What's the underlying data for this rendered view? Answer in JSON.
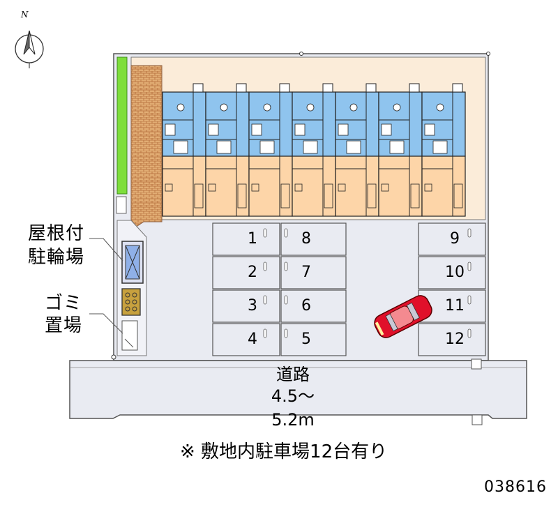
{
  "compass": {
    "north_label": "N"
  },
  "labels": {
    "bike_parking_line1": "屋根付",
    "bike_parking_line2": "駐輪場",
    "garbage_line1": "ゴミ",
    "garbage_line2": "置場"
  },
  "road": {
    "name": "道路",
    "width_line1": "4.5～",
    "width_line2": "5.2m"
  },
  "parking": {
    "spaces": [
      "1",
      "2",
      "3",
      "4",
      "5",
      "6",
      "7",
      "8",
      "9",
      "10",
      "11",
      "12"
    ]
  },
  "note": "※ 敷地内駐車場12台有り",
  "code": "038616",
  "colors": {
    "wet_area": "#8fc4ee",
    "room": "#fdd5a8",
    "lot": "#fbecd9",
    "paving": "#e9ebf2",
    "hedge": "#7ede3c",
    "brick": "#d9a066",
    "car": "#e0102a"
  }
}
